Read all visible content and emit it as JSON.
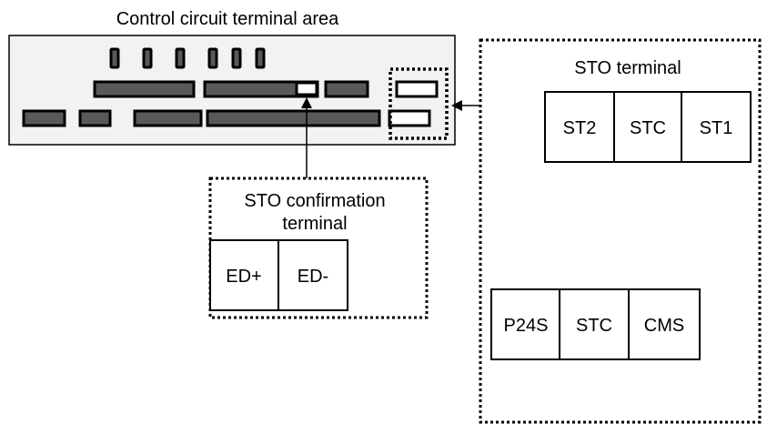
{
  "titles": {
    "control_area": "Control circuit terminal area",
    "sto_terminal": "STO terminal",
    "sto_confirmation_line1": "STO confirmation",
    "sto_confirmation_line2": "terminal"
  },
  "sto_terminal_block_top": [
    "ST2",
    "STC",
    "ST1"
  ],
  "sto_terminal_block_bottom": [
    "P24S",
    "STC",
    "CMS"
  ],
  "sto_confirmation_block": [
    "ED+",
    "ED-"
  ],
  "colors": {
    "panel_fill": "#f2f2f2",
    "terminal_fill": "#595959",
    "stroke": "#000000",
    "background": "#ffffff"
  }
}
